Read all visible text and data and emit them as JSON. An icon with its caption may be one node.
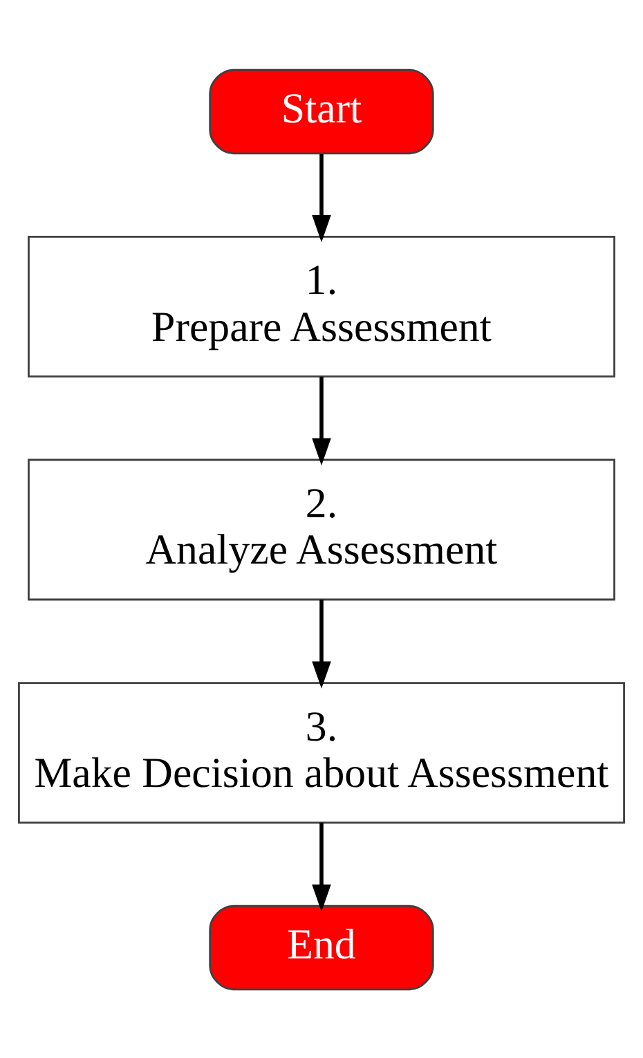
{
  "diagram": {
    "nodes": [
      {
        "text": [
          "Start"
        ]
      },
      {
        "text": [
          "1.",
          "Prepare Assessment"
        ]
      },
      {
        "text": [
          "2.",
          "Analyze Assessment"
        ]
      },
      {
        "text": [
          "3.",
          "Make Decision about Assessment"
        ]
      },
      {
        "text": [
          "End"
        ]
      }
    ],
    "edges": [
      {
        "from": 0,
        "to": 1,
        "arrow": "to"
      },
      {
        "from": 1,
        "to": 2,
        "arrow": "to"
      },
      {
        "from": 2,
        "to": 3,
        "arrow": "to"
      },
      {
        "from": 3,
        "to": 4,
        "arrow": "to"
      }
    ]
  }
}
